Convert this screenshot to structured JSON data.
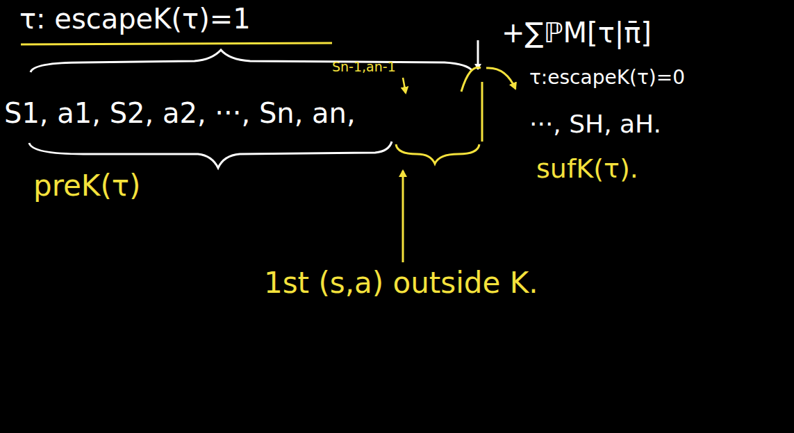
{
  "diagram": {
    "labels": [
      "τ: escapeK(τ)=1",
      "+∑ℙM[τ|π̄]",
      "τ:escapeK(τ)=0",
      "Sn-1,an-1",
      "S1, a1, S2, a2, ···, Sn, an,",
      "···, SH, aH.",
      "preK(τ)",
      "sufK(τ).",
      "1st (s,a) outside K."
    ]
  }
}
